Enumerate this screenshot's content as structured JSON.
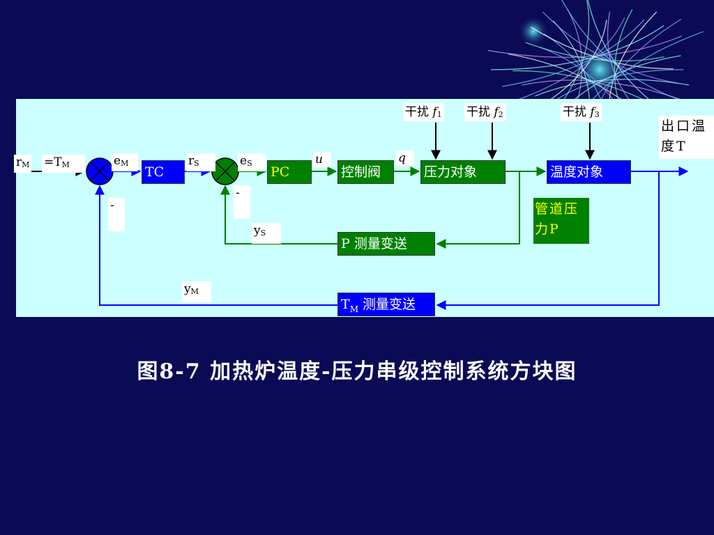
{
  "diagram": {
    "blocks": {
      "tc": "TC",
      "pc": "PC",
      "valve": "控制阀",
      "pressure_obj": "压力对象",
      "temp_obj": "温度对象",
      "p_meas": "P 测量变送",
      "tm_meas_main": "T",
      "tm_meas_sub": "M",
      "tm_meas_rest": " 测量变送"
    },
    "labels": {
      "rm_main": "r",
      "rm_sub": "M",
      "tm_eq_main": "=T",
      "tm_eq_sub": "M",
      "em_main": "e",
      "em_sub": "M",
      "rs_main": "r",
      "rs_sub": "S",
      "es_main": "e",
      "es_sub": "S",
      "u": "u",
      "q": "q",
      "minus_outer": "-",
      "minus_inner": "-",
      "ys_main": "y",
      "ys_sub": "S",
      "ym_main": "y",
      "ym_sub": "M",
      "f1_text": "干扰 ",
      "f1_main": "f",
      "f1_sub": "1",
      "f2_text": "干扰 ",
      "f2_main": "f",
      "f2_sub": "2",
      "f3_text": "干扰 ",
      "f3_main": "f",
      "f3_sub": "3",
      "pipe_pressure": "管道压力P",
      "outlet_temp": "出口温度T"
    },
    "colors": {
      "blue_path": "#0000ff",
      "green_path": "#008000",
      "panel_bg": "#ccffff",
      "slide_bg": "#0b0b55"
    }
  },
  "caption": "图8-7  加热炉温度-压力串级控制系统方块图"
}
